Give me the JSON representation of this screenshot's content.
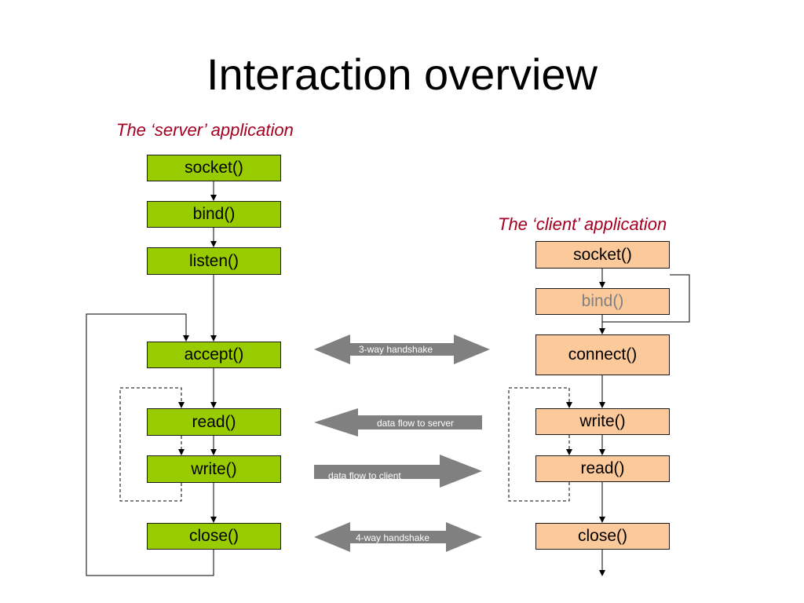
{
  "title": "Interaction overview",
  "server": {
    "label": "The ‘server’ application",
    "steps": {
      "socket": "socket()",
      "bind": "bind()",
      "listen": "listen()",
      "accept": "accept()",
      "read": "read()",
      "write": "write()",
      "close": "close()"
    }
  },
  "client": {
    "label": "The ‘client’ application",
    "steps": {
      "socket": "socket()",
      "bind": "bind()",
      "connect": "connect()",
      "write": "write()",
      "read": "read()",
      "close": "close()"
    }
  },
  "exchanges": {
    "handshake3": "3-way handshake",
    "to_server": "data flow to server",
    "to_client": "data flow to client",
    "handshake4": "4-way handshake"
  },
  "colors": {
    "server_box": "#99cc00",
    "client_box": "#fcc99a",
    "label_text": "#a50021",
    "exchange_arrow": "#808080"
  }
}
